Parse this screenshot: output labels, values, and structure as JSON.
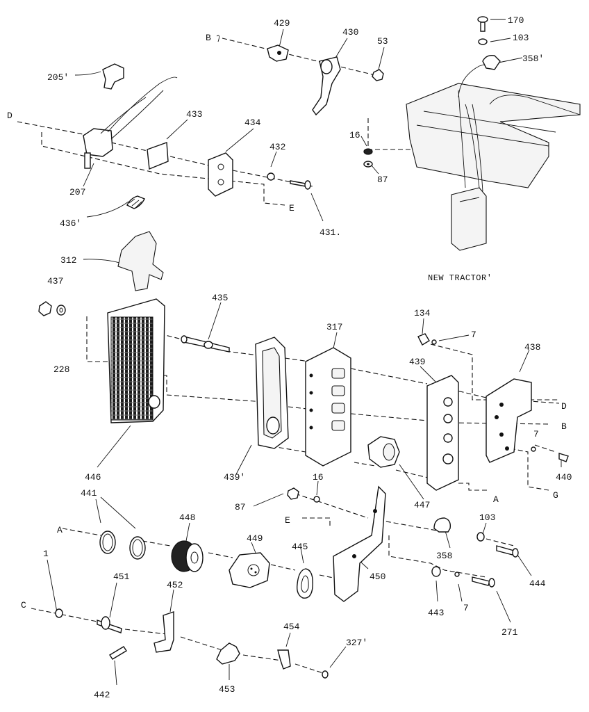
{
  "callouts": {
    "c429": "429",
    "c430": "430",
    "c53": "53",
    "cB_top": "B",
    "c170": "170",
    "c103_top": "103",
    "c358_top": "358'",
    "c205": "205'",
    "c433": "433",
    "c434": "434",
    "c432": "432",
    "cD_left": "D",
    "c16_top": "16",
    "c87_top": "87",
    "c207": "207",
    "cE_top": "E",
    "c436": "436'",
    "c431": "431.",
    "c312": "312",
    "c437": "437",
    "c228": "228",
    "c435": "435",
    "c317": "317",
    "c134": "134",
    "c7_a": "7",
    "c438": "438",
    "c439_a": "439",
    "cD_right": "D",
    "cB_right": "B",
    "c7_b": "7",
    "c440": "440",
    "cG": "G",
    "c446": "446",
    "c439_b": "439'",
    "c447": "447",
    "cA_right": "A",
    "c441": "441",
    "c448": "448",
    "cA_left": "A",
    "c87_mid": "87",
    "c16_mid": "16",
    "cE_mid": "E",
    "c449": "449",
    "c445": "445",
    "c450": "450",
    "c358_mid": "358",
    "c103_mid": "103",
    "c444": "444",
    "c1": "1",
    "c451": "451",
    "c452": "452",
    "cC": "C",
    "c443": "443",
    "c7_c": "7",
    "c271": "271",
    "c454": "454",
    "c327": "327'",
    "c442": "442",
    "c453": "453"
  },
  "new_tractor_label": "NEW TRACTOR'"
}
